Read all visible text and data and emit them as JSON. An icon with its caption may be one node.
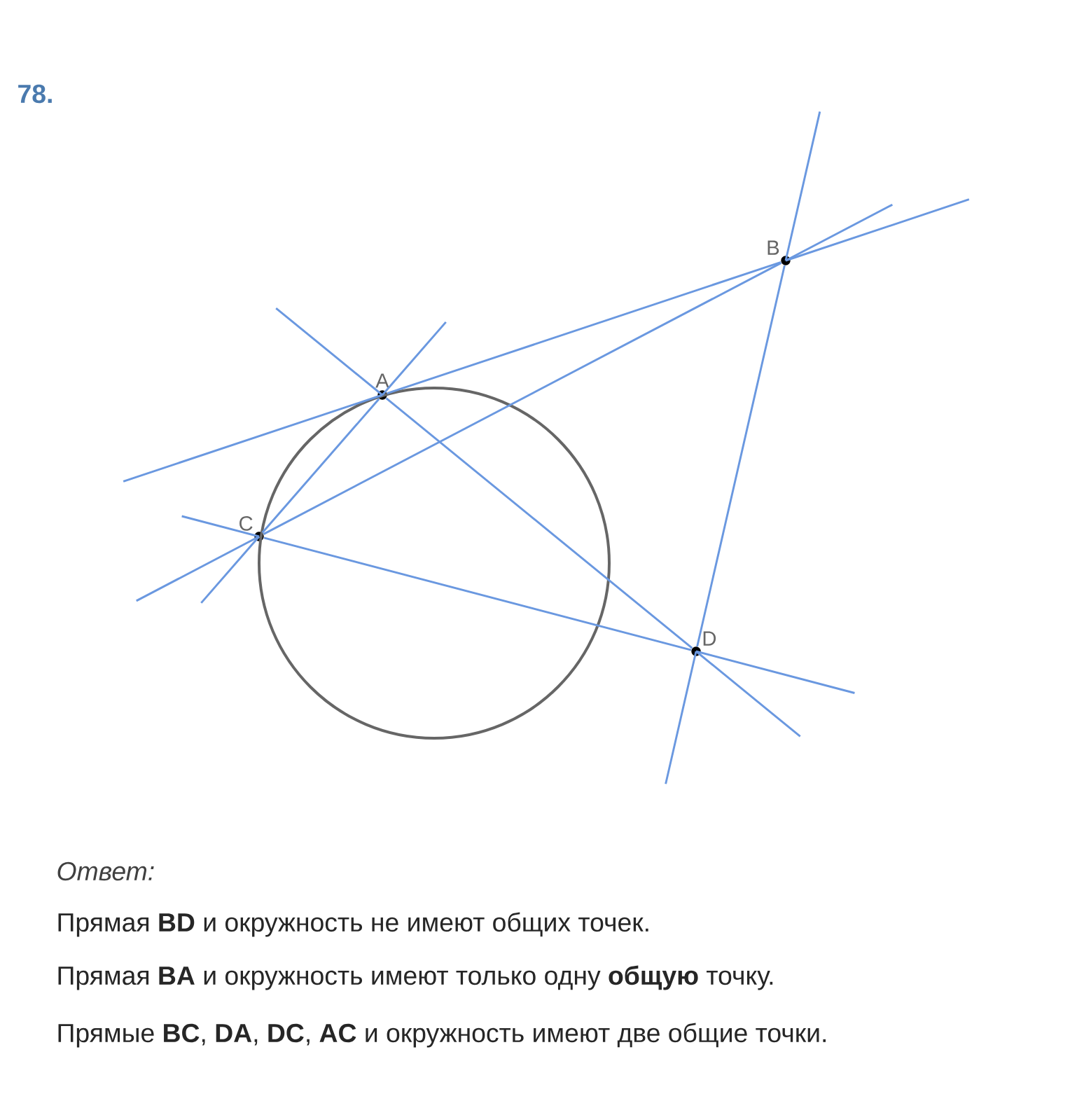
{
  "diagram": {
    "title": "78.",
    "nodes": [
      {
        "text": [
          "A"
        ]
      },
      {
        "text": [
          "B"
        ]
      },
      {
        "text": [
          "C"
        ]
      },
      {
        "text": [
          "D"
        ]
      }
    ],
    "edges": [
      {
        "from": 1,
        "to": 3,
        "arrow": "none"
      },
      {
        "from": 1,
        "to": 0,
        "arrow": "none"
      },
      {
        "from": 1,
        "to": 2,
        "arrow": "none"
      },
      {
        "from": 3,
        "to": 0,
        "arrow": "none"
      },
      {
        "from": 3,
        "to": 2,
        "arrow": "none"
      },
      {
        "from": 0,
        "to": 2,
        "arrow": "none"
      }
    ],
    "labels": [
      "*Ответ:*",
      "Прямая **BD** и окружность не имеют общих точек.",
      "Прямая **BA** и окружность имеют только одну **общую** точку.",
      "Прямые **BC**, **DA**, **DC**, **AC** и окружность имеют две общие точки."
    ]
  }
}
